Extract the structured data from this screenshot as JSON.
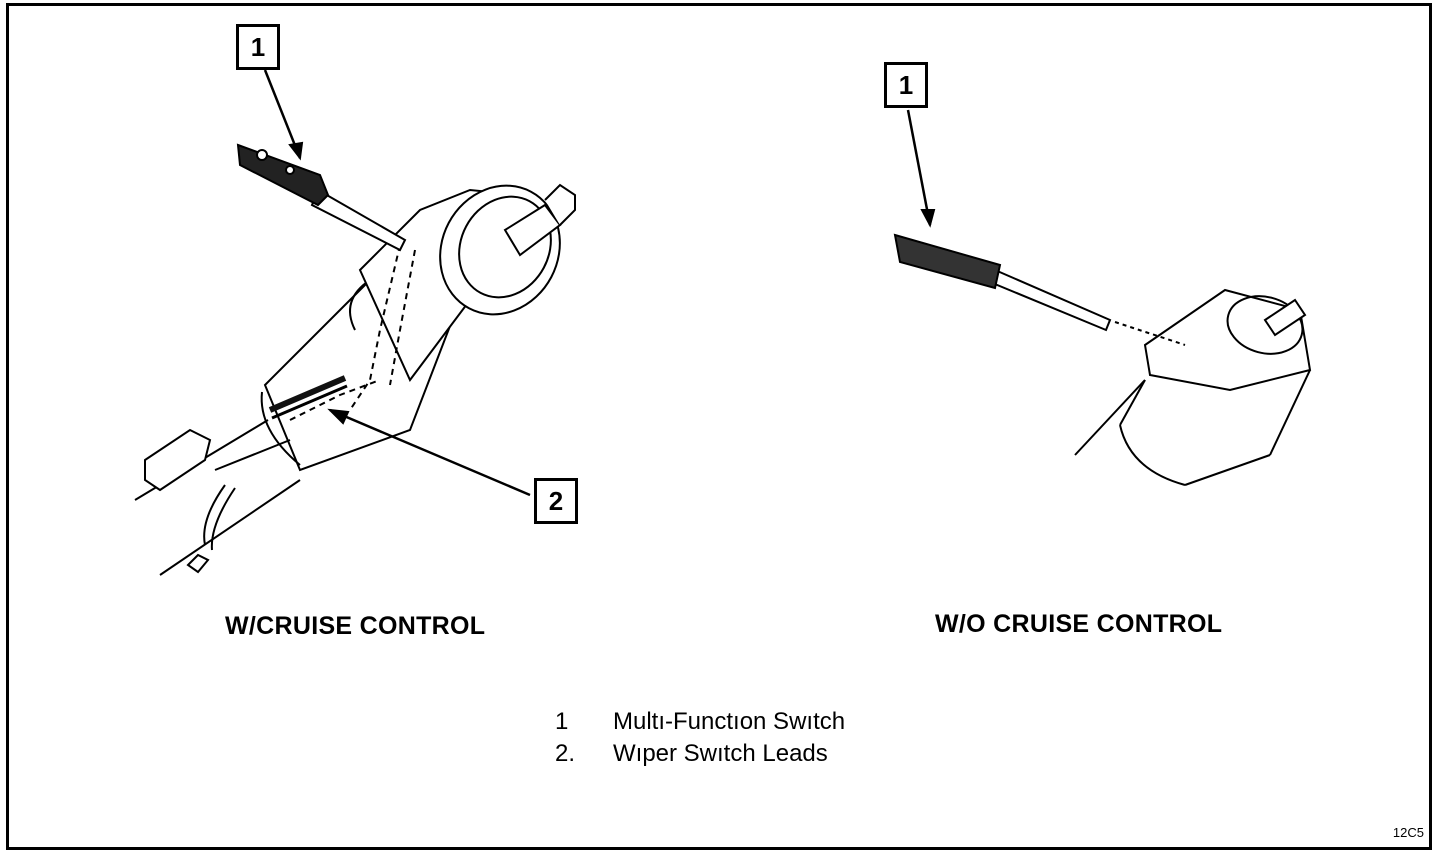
{
  "left_figure": {
    "caption": "W/CRUISE CONTROL",
    "callouts": [
      "1",
      "2"
    ]
  },
  "right_figure": {
    "caption": "W/O CRUISE CONTROL",
    "callouts": [
      "1"
    ]
  },
  "legend": [
    {
      "number": "1",
      "text": "Multı-Functıon Swıtch"
    },
    {
      "number": "2.",
      "text": "Wıper Swıtch Leads"
    }
  ],
  "figure_code": "12C5"
}
